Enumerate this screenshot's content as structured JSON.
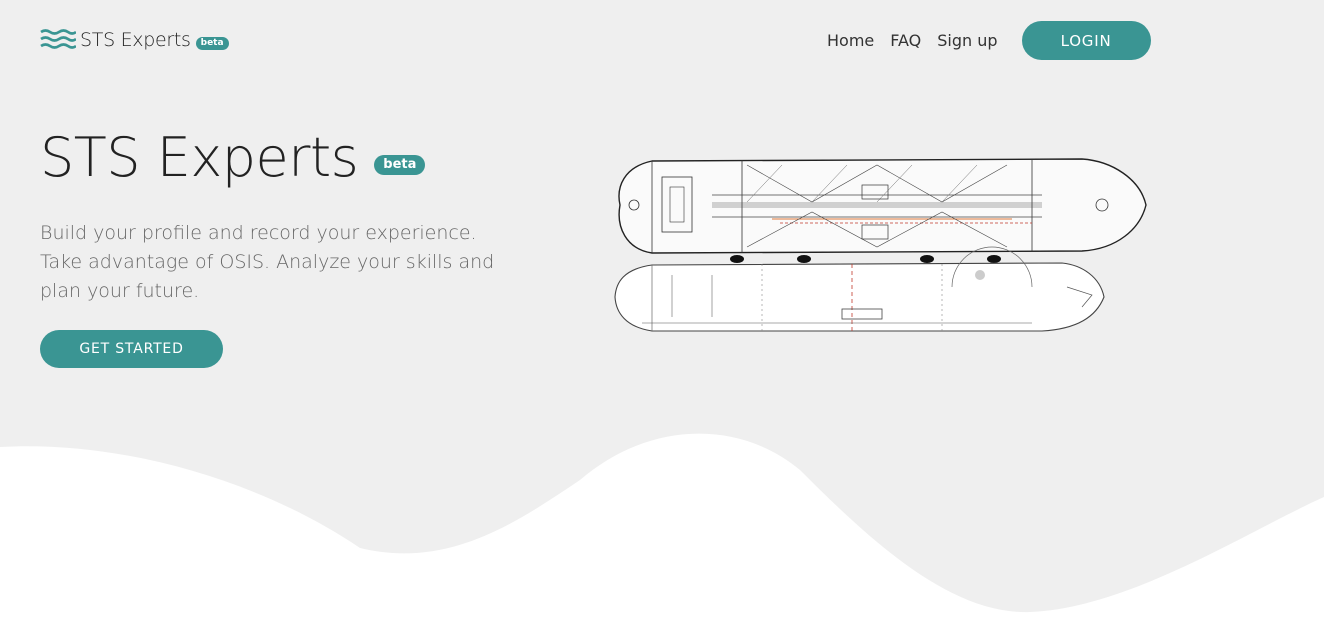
{
  "brand": {
    "name": "STS Experts",
    "badge": "beta"
  },
  "nav": {
    "home": "Home",
    "faq": "FAQ",
    "signup": "Sign up",
    "login": "LOGIN"
  },
  "hero": {
    "title": "STS Experts",
    "badge": "beta",
    "description": "Build your profile and record your experience. Take advantage of OSIS. Analyze your skills and plan your future.",
    "cta": "GET STARTED"
  },
  "colors": {
    "accent": "#3a9593",
    "background": "#efefef",
    "wave": "#ffffff"
  },
  "icons": {
    "logo": "waves-icon"
  }
}
